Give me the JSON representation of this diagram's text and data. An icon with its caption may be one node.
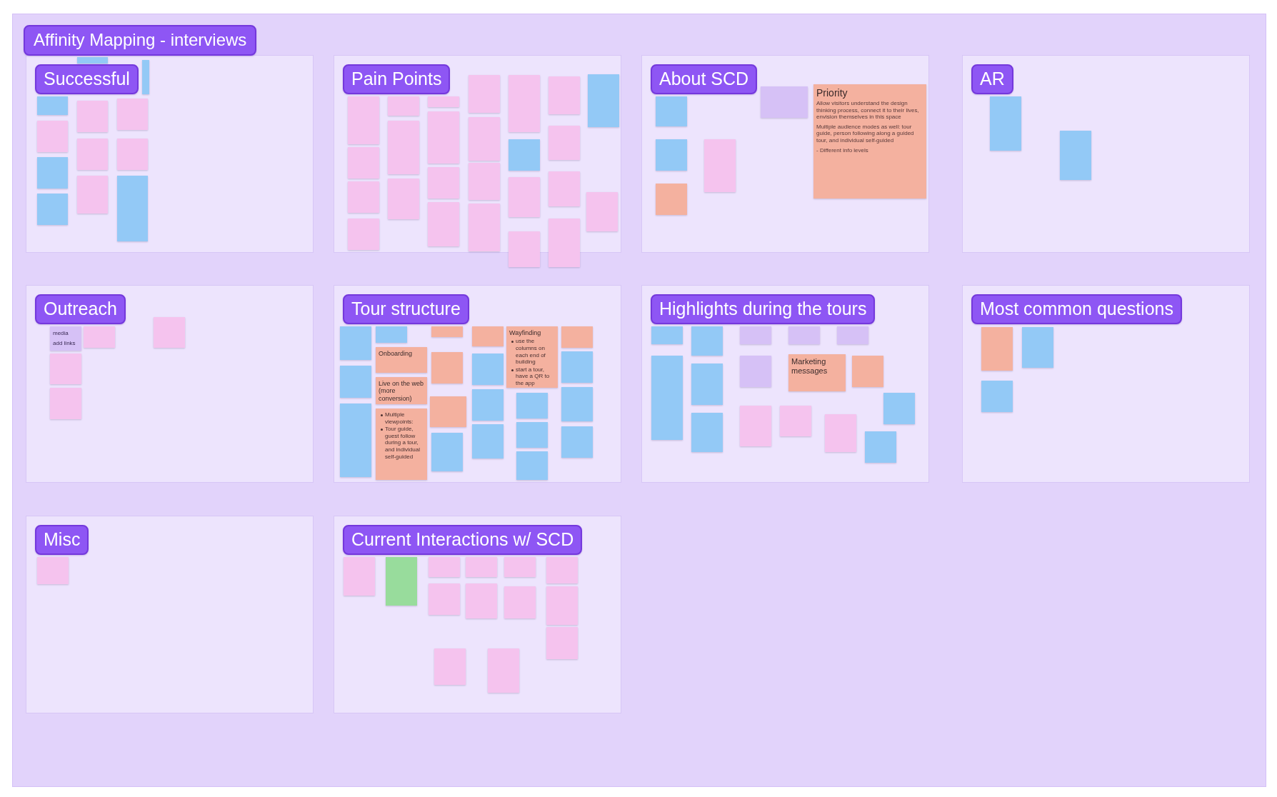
{
  "diagram": {
    "nodes": [
      {
        "text": [
          "Affinity Mapping - interviews"
        ]
      },
      {
        "text": [
          "Successful"
        ],
        "in": 0
      },
      {
        "text": [
          "Pain Points"
        ],
        "in": 0
      },
      {
        "text": [
          "About SCD"
        ],
        "in": 0
      },
      {
        "text": [
          "AR"
        ],
        "in": 0
      },
      {
        "text": [
          "Outreach"
        ],
        "in": 0
      },
      {
        "text": [
          "Tour structure"
        ],
        "in": 0
      },
      {
        "text": [
          "Highlights during the tours"
        ],
        "in": 0
      },
      {
        "text": [
          "Most common questions"
        ],
        "in": 0
      },
      {
        "text": [
          "Misc"
        ],
        "in": 0
      },
      {
        "text": [
          "Current Interactions w/ SCD"
        ],
        "in": 0
      },
      {
        "text": [],
        "shape": "box",
        "in": 1
      },
      {
        "text": [],
        "shape": "box",
        "in": 1
      },
      {
        "text": [],
        "shape": "box",
        "in": 1
      },
      {
        "text": [],
        "shape": "box",
        "in": 1
      },
      {
        "text": [],
        "shape": "box",
        "in": 1
      },
      {
        "text": [],
        "shape": "box",
        "in": 1
      },
      {
        "text": [],
        "shape": "box",
        "in": 1
      },
      {
        "text": [],
        "shape": "box",
        "in": 1
      },
      {
        "text": [],
        "shape": "box",
        "in": 1
      },
      {
        "text": [],
        "shape": "box",
        "in": 1
      },
      {
        "text": [],
        "shape": "box",
        "in": 1
      },
      {
        "text": [],
        "shape": "box",
        "in": 1
      },
      {
        "text": [],
        "shape": "box",
        "in": 2
      },
      {
        "text": [],
        "shape": "box",
        "in": 2
      },
      {
        "text": [],
        "shape": "box",
        "in": 2
      },
      {
        "text": [],
        "shape": "box",
        "in": 2
      },
      {
        "text": [],
        "shape": "box",
        "in": 2
      },
      {
        "text": [],
        "shape": "box",
        "in": 2
      },
      {
        "text": [],
        "shape": "box",
        "in": 2
      },
      {
        "text": [],
        "shape": "box",
        "in": 2
      },
      {
        "text": [],
        "shape": "box",
        "in": 2
      },
      {
        "text": [],
        "shape": "box",
        "in": 2
      },
      {
        "text": [],
        "shape": "box",
        "in": 2
      },
      {
        "text": [],
        "shape": "box",
        "in": 2
      },
      {
        "text": [],
        "shape": "box",
        "in": 2
      },
      {
        "text": [],
        "shape": "box",
        "in": 2
      },
      {
        "text": [],
        "shape": "box",
        "in": 2
      },
      {
        "text": [],
        "shape": "box",
        "in": 2
      },
      {
        "text": [],
        "shape": "box",
        "in": 2
      },
      {
        "text": [],
        "shape": "box",
        "in": 2
      },
      {
        "text": [],
        "shape": "box",
        "in": 2
      },
      {
        "text": [],
        "shape": "box",
        "in": 2
      },
      {
        "text": [],
        "shape": "box",
        "in": 2
      },
      {
        "text": [],
        "shape": "box",
        "in": 2
      },
      {
        "text": [],
        "shape": "box",
        "in": 2
      },
      {
        "text": [],
        "shape": "box",
        "in": 2
      },
      {
        "text": [],
        "shape": "box",
        "in": 2
      },
      {
        "text": [],
        "shape": "box",
        "in": 3
      },
      {
        "text": [],
        "shape": "box",
        "in": 3
      },
      {
        "text": [],
        "shape": "box",
        "in": 3
      },
      {
        "text": [],
        "shape": "box",
        "in": 3
      },
      {
        "text": [],
        "shape": "box",
        "in": 3
      },
      {
        "text": [
          "Priority",
          "Allow visitors understand the design thinking process, connect it to their lives, envision themselves in this space",
          "Multiple audience modes as well: tour guide, person following along a guided tour, and individual self-guided",
          "- Different info levels"
        ],
        "in": 3
      },
      {
        "text": [],
        "shape": "box",
        "in": 4
      },
      {
        "text": [],
        "shape": "box",
        "in": 4
      },
      {
        "text": [
          "media",
          "add links"
        ],
        "in": 5
      },
      {
        "text": [],
        "shape": "box",
        "in": 5
      },
      {
        "text": [],
        "shape": "box",
        "in": 5
      },
      {
        "text": [],
        "shape": "box",
        "in": 5
      },
      {
        "text": [],
        "shape": "box",
        "in": 5
      },
      {
        "text": [],
        "shape": "box",
        "in": 6
      },
      {
        "text": [],
        "shape": "box",
        "in": 6
      },
      {
        "text": [],
        "shape": "box",
        "in": 6
      },
      {
        "text": [],
        "shape": "box",
        "in": 6
      },
      {
        "text": [
          "Onboarding"
        ],
        "in": 6
      },
      {
        "text": [
          "Live on the web (more conversion)"
        ],
        "in": 6
      },
      {
        "text": [
          "Multiple viewpoints:",
          "Tour guide, guest follow during a tour, and individual self-guided"
        ],
        "in": 6
      },
      {
        "text": [],
        "shape": "box",
        "in": 6
      },
      {
        "text": [],
        "shape": "box",
        "in": 6
      },
      {
        "text": [],
        "shape": "box",
        "in": 6
      },
      {
        "text": [],
        "shape": "box",
        "in": 6
      },
      {
        "text": [],
        "shape": "box",
        "in": 6
      },
      {
        "text": [],
        "shape": "box",
        "in": 6
      },
      {
        "text": [],
        "shape": "box",
        "in": 6
      },
      {
        "text": [],
        "shape": "box",
        "in": 6
      },
      {
        "text": [
          "Wayfinding",
          "use the columns on each end of building",
          "start a tour, have a QR to the app"
        ],
        "in": 6
      },
      {
        "text": [],
        "shape": "box",
        "in": 6
      },
      {
        "text": [],
        "shape": "box",
        "in": 6
      },
      {
        "text": [],
        "shape": "box",
        "in": 6
      },
      {
        "text": [],
        "shape": "box",
        "in": 6
      },
      {
        "text": [],
        "shape": "box",
        "in": 6
      },
      {
        "text": [],
        "shape": "box",
        "in": 6
      },
      {
        "text": [],
        "shape": "box",
        "in": 6
      },
      {
        "text": [],
        "shape": "box",
        "in": 7
      },
      {
        "text": [],
        "shape": "box",
        "in": 7
      },
      {
        "text": [],
        "shape": "box",
        "in": 7
      },
      {
        "text": [],
        "shape": "box",
        "in": 7
      },
      {
        "text": [],
        "shape": "box",
        "in": 7
      },
      {
        "text": [],
        "shape": "box",
        "in": 7
      },
      {
        "text": [],
        "shape": "box",
        "in": 7
      },
      {
        "text": [],
        "shape": "box",
        "in": 7
      },
      {
        "text": [],
        "shape": "box",
        "in": 7
      },
      {
        "text": [
          "Marketing messages"
        ],
        "in": 7
      },
      {
        "text": [],
        "shape": "box",
        "in": 7
      },
      {
        "text": [],
        "shape": "box",
        "in": 7
      },
      {
        "text": [],
        "shape": "box",
        "in": 7
      },
      {
        "text": [],
        "shape": "box",
        "in": 7
      },
      {
        "text": [],
        "shape": "box",
        "in": 7
      },
      {
        "text": [],
        "shape": "box",
        "in": 7
      },
      {
        "text": [],
        "shape": "box",
        "in": 8
      },
      {
        "text": [],
        "shape": "box",
        "in": 8
      },
      {
        "text": [],
        "shape": "box",
        "in": 8
      },
      {
        "text": [],
        "shape": "box",
        "in": 9
      },
      {
        "text": [],
        "shape": "box",
        "in": 10
      },
      {
        "text": [],
        "shape": "box",
        "in": 10
      },
      {
        "text": [],
        "shape": "box",
        "in": 10
      },
      {
        "text": [],
        "shape": "box",
        "in": 10
      },
      {
        "text": [],
        "shape": "box",
        "in": 10
      },
      {
        "text": [],
        "shape": "box",
        "in": 10
      },
      {
        "text": [],
        "shape": "box",
        "in": 10
      },
      {
        "text": [],
        "shape": "box",
        "in": 10
      },
      {
        "text": [],
        "shape": "box",
        "in": 10
      },
      {
        "text": [],
        "shape": "box",
        "in": 10
      },
      {
        "text": [],
        "shape": "box",
        "in": 10
      },
      {
        "text": [],
        "shape": "box",
        "in": 10
      },
      {
        "text": [],
        "shape": "box",
        "in": 10
      }
    ]
  }
}
